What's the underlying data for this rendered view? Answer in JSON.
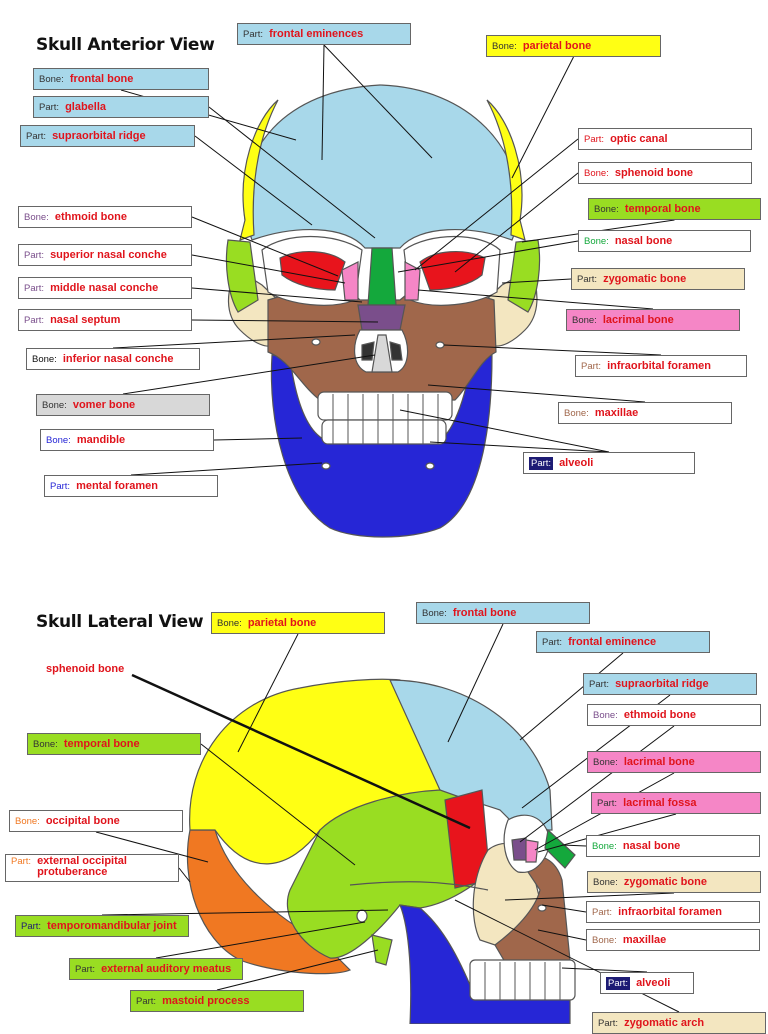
{
  "colors": {
    "frontal": "#a8d8ea",
    "parietal": "#ffff14",
    "temporal": "#99dd22",
    "sphenoid": "#e8141c",
    "ethmoid": "#7a4e8b",
    "nasal": "#14a83c",
    "zygomatic": "#f3e6c0",
    "lacrimal": "#f586c6",
    "maxillae": "#a0674b",
    "mandible": "#2626d6",
    "occipital": "#f07822",
    "vomer": "#d8d8d8",
    "label_text": "#e0141c"
  },
  "anterior": {
    "title": "Skull Anterior View",
    "labels": [
      {
        "kind": "Part:",
        "text": "frontal eminences",
        "bg": "#a8d8ea",
        "kc": "#333333",
        "icon": ""
      },
      {
        "kind": "Bone:",
        "text": "parietal bone",
        "bg": "#ffff14",
        "kc": "#333333",
        "icon": ""
      },
      {
        "kind": "Bone:",
        "text": "frontal bone",
        "bg": "#a8d8ea",
        "kc": "#333333",
        "icon": ""
      },
      {
        "kind": "Part:",
        "text": "glabella",
        "bg": "#a8d8ea",
        "kc": "#333333",
        "icon": ""
      },
      {
        "kind": "Part:",
        "text": "supraorbital ridge",
        "bg": "#a8d8ea",
        "kc": "#333333",
        "icon": ""
      },
      {
        "kind": "Part:",
        "text": "optic canal",
        "bg": "#ffffff",
        "kc": "#e0141c",
        "icon": ""
      },
      {
        "kind": "Bone:",
        "text": "sphenoid bone",
        "bg": "#ffffff",
        "kc": "#e0141c",
        "icon": ""
      },
      {
        "kind": "Bone:",
        "text": "temporal bone",
        "bg": "#99dd22",
        "kc": "#333333",
        "icon": ""
      },
      {
        "kind": "Bone:",
        "text": "ethmoid bone",
        "bg": "#ffffff",
        "kc": "#7a4e8b",
        "icon": ""
      },
      {
        "kind": "Bone:",
        "text": "nasal bone",
        "bg": "#ffffff",
        "kc": "#14a83c",
        "icon": ""
      },
      {
        "kind": "Part:",
        "text": "superior nasal conche",
        "bg": "#ffffff",
        "kc": "#7a4e8b",
        "icon": ""
      },
      {
        "kind": "Part:",
        "text": "zygomatic bone",
        "bg": "#f3e6c0",
        "kc": "#333333",
        "icon": ""
      },
      {
        "kind": "Part:",
        "text": "middle nasal conche",
        "bg": "#ffffff",
        "kc": "#7a4e8b",
        "icon": ""
      },
      {
        "kind": "Part:",
        "text": "nasal septum",
        "bg": "#ffffff",
        "kc": "#7a4e8b",
        "icon": ""
      },
      {
        "kind": "Bone:",
        "text": "lacrimal bone",
        "bg": "#f586c6",
        "kc": "#333333",
        "icon": ""
      },
      {
        "kind": "Bone:",
        "text": "inferior nasal conche",
        "bg": "#ffffff",
        "kc": "#111111",
        "icon": ""
      },
      {
        "kind": "Part:",
        "text": "infraorbital foramen",
        "bg": "#ffffff",
        "kc": "#a0674b",
        "icon": ""
      },
      {
        "kind": "Bone:",
        "text": "vomer bone",
        "bg": "#d8d8d8",
        "kc": "#333333",
        "icon": ""
      },
      {
        "kind": "Bone:",
        "text": "maxillae",
        "bg": "#ffffff",
        "kc": "#a0674b",
        "icon": ""
      },
      {
        "kind": "Bone:",
        "text": "mandible",
        "bg": "#ffffff",
        "kc": "#2626d6",
        "icon": ""
      },
      {
        "kind": "Part:",
        "text": "alveoli",
        "bg": "#ffffff",
        "kc": "#ffffff",
        "icon": "dark"
      },
      {
        "kind": "Part:",
        "text": "mental foramen",
        "bg": "#ffffff",
        "kc": "#2626d6",
        "icon": ""
      }
    ]
  },
  "lateral": {
    "title": "Skull Lateral View",
    "free_label": "sphenoid bone",
    "labels": [
      {
        "kind": "Bone:",
        "text": "parietal bone",
        "bg": "#ffff14",
        "kc": "#333333",
        "icon": ""
      },
      {
        "kind": "Bone:",
        "text": "frontal bone",
        "bg": "#a8d8ea",
        "kc": "#333333",
        "icon": ""
      },
      {
        "kind": "Part:",
        "text": "frontal eminence",
        "bg": "#a8d8ea",
        "kc": "#333333",
        "icon": ""
      },
      {
        "kind": "Part:",
        "text": "supraorbital ridge",
        "bg": "#a8d8ea",
        "kc": "#333333",
        "icon": ""
      },
      {
        "kind": "Bone:",
        "text": "temporal bone",
        "bg": "#99dd22",
        "kc": "#333333",
        "icon": ""
      },
      {
        "kind": "Bone:",
        "text": "ethmoid bone",
        "bg": "#ffffff",
        "kc": "#7a4e8b",
        "icon": ""
      },
      {
        "kind": "Bone:",
        "text": "lacrimal bone",
        "bg": "#f586c6",
        "kc": "#333333",
        "icon": ""
      },
      {
        "kind": "Bone:",
        "text": "occipital bone",
        "bg": "#ffffff",
        "kc": "#f07822",
        "icon": ""
      },
      {
        "kind": "Part:",
        "text": "lacrimal fossa",
        "bg": "#f586c6",
        "kc": "#333333",
        "icon": ""
      },
      {
        "kind": "Part:",
        "text": "external occipital\nprotuberance",
        "bg": "#ffffff",
        "kc": "#f07822",
        "icon": ""
      },
      {
        "kind": "Bone:",
        "text": "nasal bone",
        "bg": "#ffffff",
        "kc": "#14a83c",
        "icon": ""
      },
      {
        "kind": "Bone:",
        "text": "zygomatic bone",
        "bg": "#f3e6c0",
        "kc": "#333333",
        "icon": ""
      },
      {
        "kind": "Part:",
        "text": "infraorbital foramen",
        "bg": "#ffffff",
        "kc": "#a0674b",
        "icon": ""
      },
      {
        "kind": "Part:",
        "text": "temporomandibular joint",
        "bg": "#99dd22",
        "kc": "#1d1b74",
        "icon": ""
      },
      {
        "kind": "Bone:",
        "text": "maxillae",
        "bg": "#ffffff",
        "kc": "#a0674b",
        "icon": ""
      },
      {
        "kind": "Part:",
        "text": "external auditory meatus",
        "bg": "#99dd22",
        "kc": "#333333",
        "icon": ""
      },
      {
        "kind": "Part:",
        "text": "alveoli",
        "bg": "#ffffff",
        "kc": "#ffffff",
        "icon": "dark"
      },
      {
        "kind": "Part:",
        "text": "mastoid process",
        "bg": "#99dd22",
        "kc": "#333333",
        "icon": ""
      },
      {
        "kind": "Part:",
        "text": "zygomatic arch",
        "bg": "#f3e6c0",
        "kc": "#333333",
        "icon": ""
      }
    ]
  }
}
